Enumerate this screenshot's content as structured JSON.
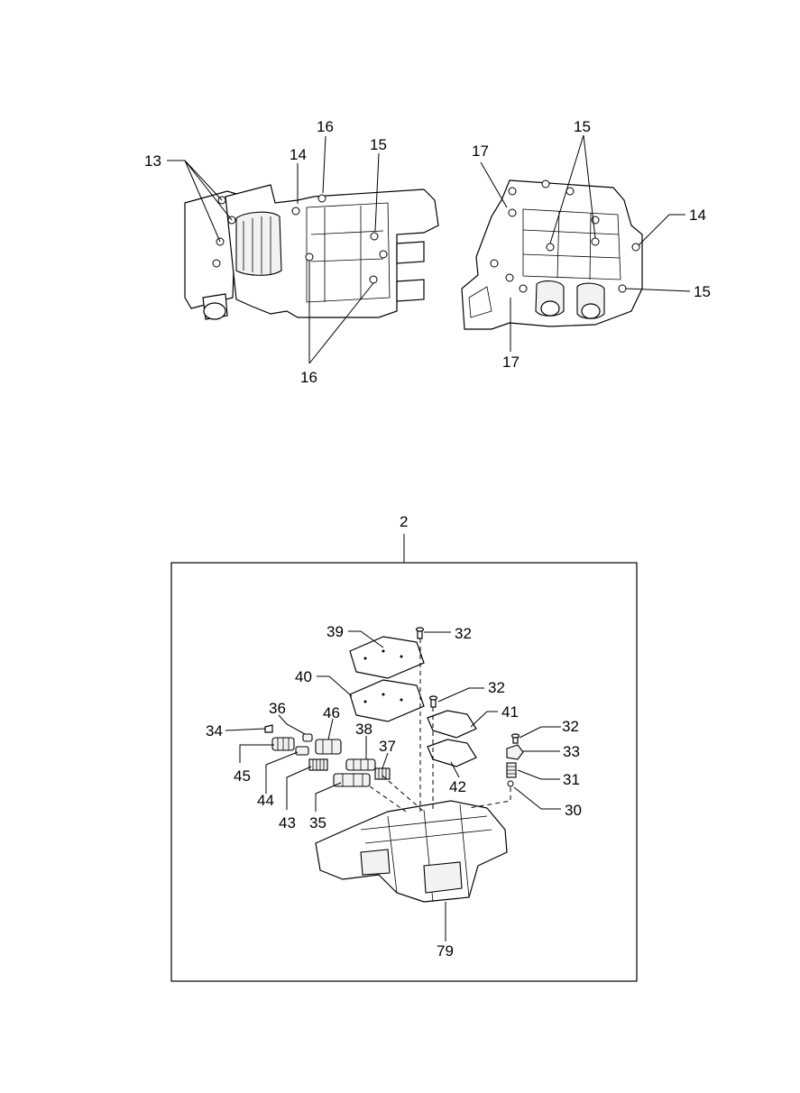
{
  "top_left_view": {
    "labels": {
      "p13": "13",
      "p14": "14",
      "p16_top": "16",
      "p15": "15",
      "p16_bottom": "16"
    }
  },
  "top_right_view": {
    "labels": {
      "p17_top": "17",
      "p15_top": "15",
      "p14": "14",
      "p15_right": "15",
      "p17_bottom": "17"
    }
  },
  "assembly": {
    "title_ref": "2",
    "labels": {
      "p39": "39",
      "p32_a": "32",
      "p40": "40",
      "p32_b": "32",
      "p41": "41",
      "p32_c": "32",
      "p36": "36",
      "p46": "46",
      "p38": "38",
      "p34": "34",
      "p37": "37",
      "p33": "33",
      "p45": "45",
      "p31": "31",
      "p42": "42",
      "p44": "44",
      "p30": "30",
      "p43": "43",
      "p35": "35",
      "p79": "79"
    }
  }
}
